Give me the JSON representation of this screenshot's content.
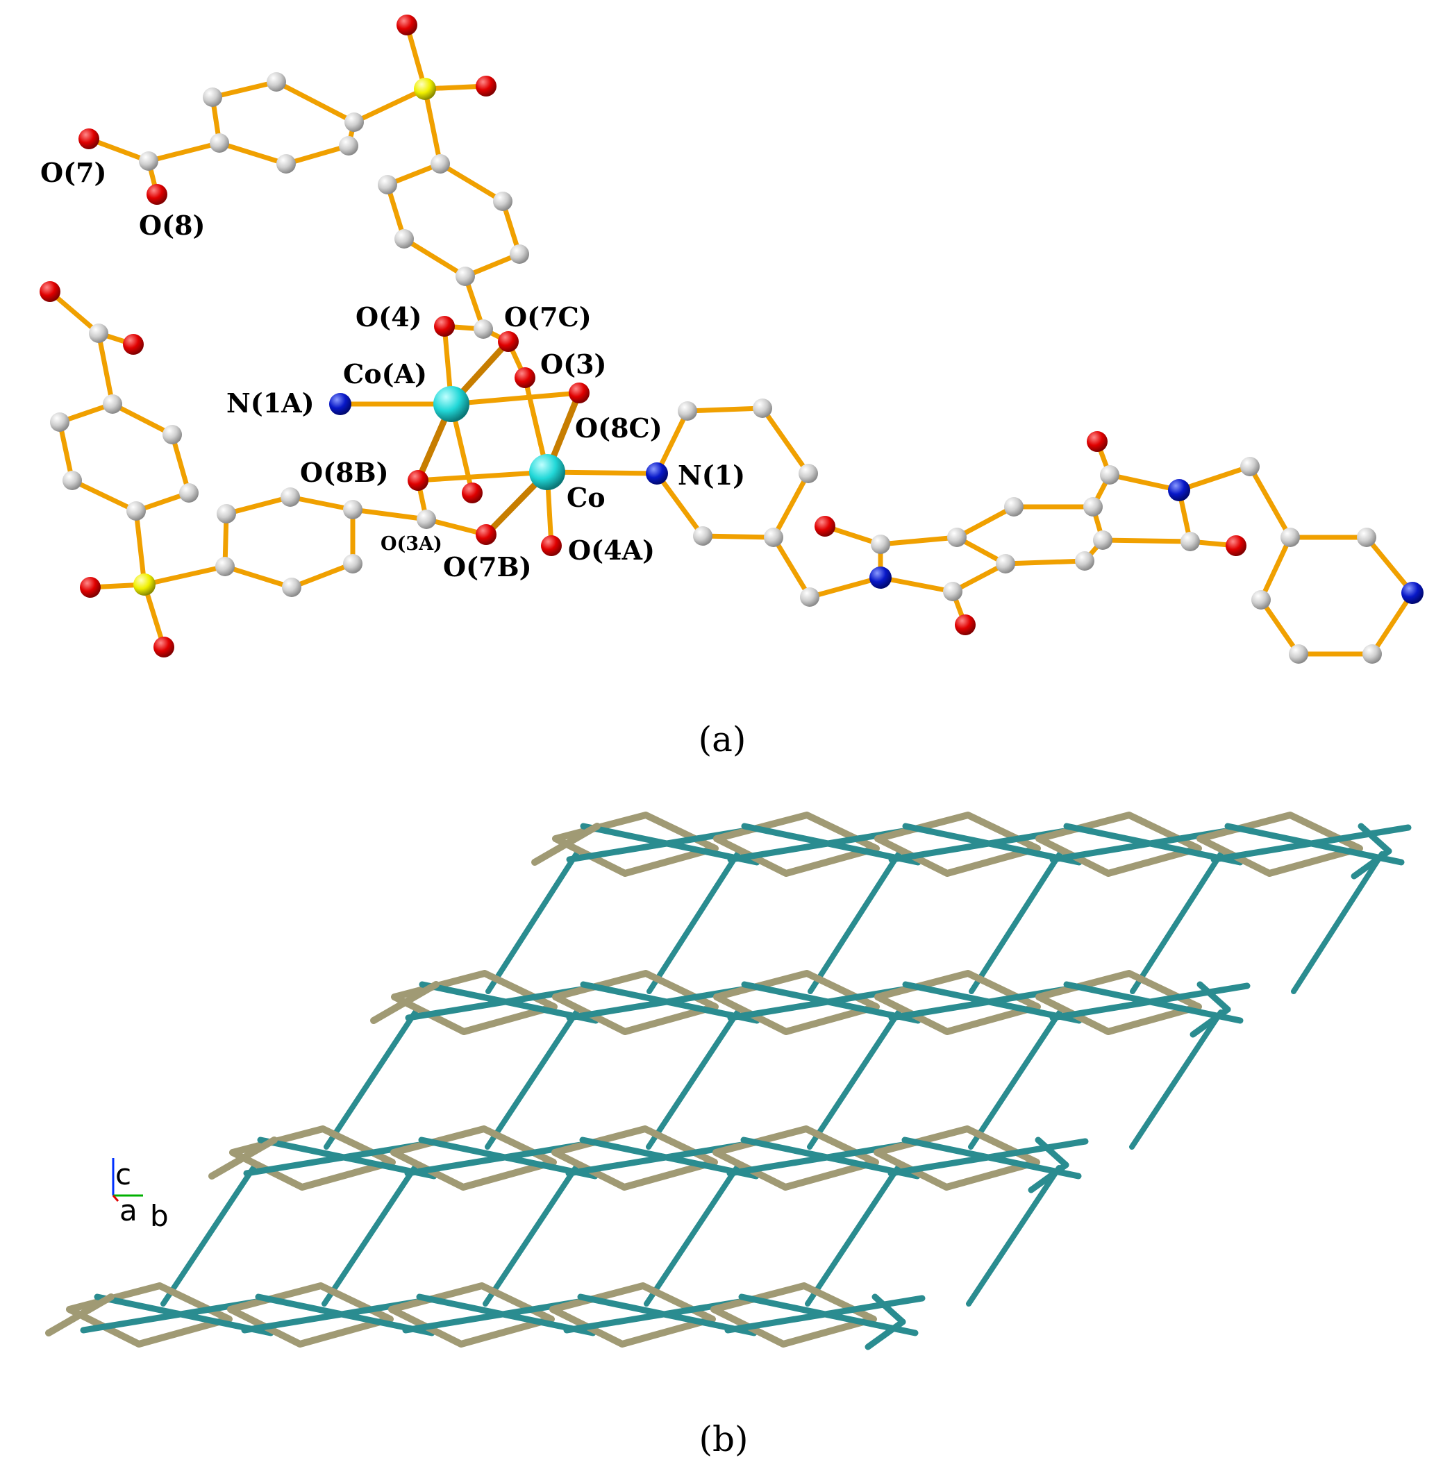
{
  "panel_a": {
    "caption": "(a)",
    "labels": {
      "O7": "O(7)",
      "O8": "O(8)",
      "O4": "O(4)",
      "O7C": "O(7C)",
      "O3": "O(3)",
      "CoA": "Co(A)",
      "N1A": "N(1A)",
      "O8C": "O(8C)",
      "O8B": "O(8B)",
      "N1": "N(1)",
      "Co": "Co",
      "O3A": "O(3A)",
      "O7B": "O(7B)",
      "O4A": "O(4A)"
    },
    "colors": {
      "bond": "#f0a000",
      "bond_dark": "#c77d00",
      "carbon": "#c8c8c8",
      "oxygen": "#e00000",
      "nitrogen": "#0818c8",
      "sulfur": "#f0f000",
      "cobalt": "#22d8d8"
    }
  },
  "panel_b": {
    "caption": "(b)",
    "axes": {
      "c": "c",
      "a": "a",
      "b": "b"
    },
    "colors": {
      "teal": "#2a8c90",
      "olive": "#a09a74"
    }
  }
}
